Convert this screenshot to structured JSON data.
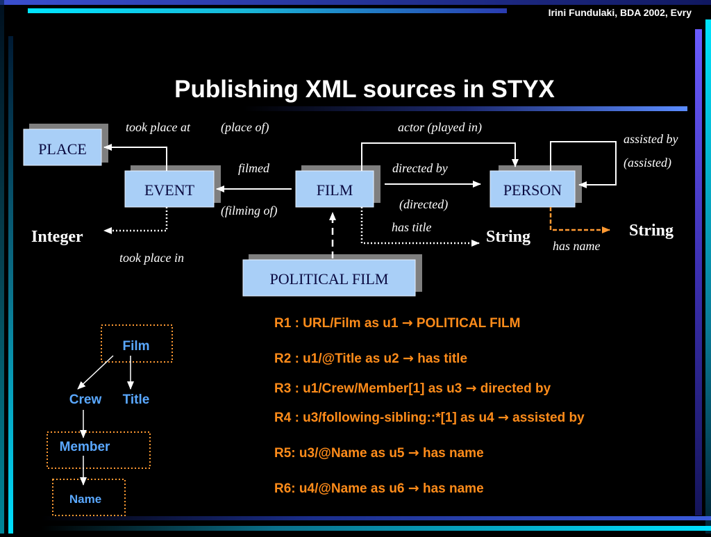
{
  "header": {
    "credit": "Irini Fundulaki, BDA 2002, Evry"
  },
  "title": "Publishing XML sources in STYX",
  "colors": {
    "background": "#000000",
    "box_fill": "#a9cff7",
    "box_shadow": "#7f7f7f",
    "rule_text": "#ff8c1a",
    "tree_text": "#5aa8ff",
    "orange_accent": "#ff9a33",
    "bar_blue": "#3b5bdb",
    "bar_cyan": "#00d4ff"
  },
  "schema": {
    "nodes": {
      "place": "PLACE",
      "event": "EVENT",
      "film": "FILM",
      "person": "PERSON",
      "political_film": "POLITICAL FILM"
    },
    "literals": {
      "integer": "Integer",
      "string_title": "String",
      "string_name": "String"
    },
    "edges": {
      "took_place_at": "took place at",
      "place_of": "(place of)",
      "actor_played_in": "actor  (played in)",
      "assisted_by": "assisted by",
      "assisted": "(assisted)",
      "filmed": "filmed",
      "filming_of": "(filming of)",
      "directed_by": "directed by",
      "directed": "(directed)",
      "has_title": "has title",
      "has_name": "has name",
      "took_place_in": "took place in"
    }
  },
  "source_tree": {
    "film": "Film",
    "crew": "Crew",
    "title": "Title",
    "member": "Member",
    "name": "Name"
  },
  "rules": [
    {
      "id": "R1",
      "prefix": "R1 : URL/Film as u1",
      "target": "POLITICAL FILM"
    },
    {
      "id": "R2",
      "prefix": "R2 : u1/@Title as u2",
      "target": "has title"
    },
    {
      "id": "R3",
      "prefix": "R3 : u1/Crew/Member[1] as u3",
      "target": "directed by"
    },
    {
      "id": "R4",
      "prefix": "R4 : u3/following-sibling::*[1] as u4",
      "target": "assisted by"
    },
    {
      "id": "R5",
      "prefix": "R5: u3/@Name as u5",
      "target": "has name"
    },
    {
      "id": "R6",
      "prefix": "R6: u4/@Name as u6",
      "target": "has name"
    }
  ],
  "rule_arrow_glyph": "→"
}
